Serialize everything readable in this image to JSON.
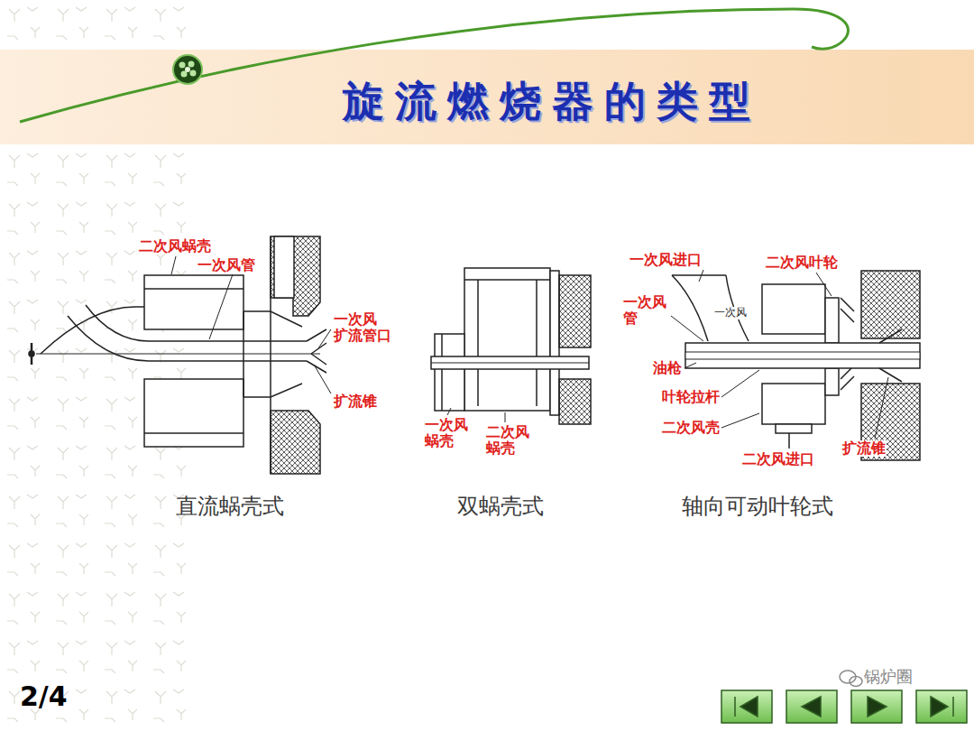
{
  "diagram": {
    "title": "旋流燃烧器的类型",
    "labels": [
      "二次风蜗壳",
      "一次风管",
      "一次风 扩流管口",
      "扩流锥",
      "一次风 蜗壳",
      "二次风 蜗壳",
      "一次风进口",
      "二次风叶轮",
      "一次风 管",
      "一次风",
      "油枪",
      "叶轮拉杆",
      "二次风壳",
      "二次风进口",
      "扩流锥",
      "直流蜗壳式",
      "双蜗壳式",
      "轴向可动叶轮式",
      "2/4",
      "锅炉圈"
    ]
  }
}
